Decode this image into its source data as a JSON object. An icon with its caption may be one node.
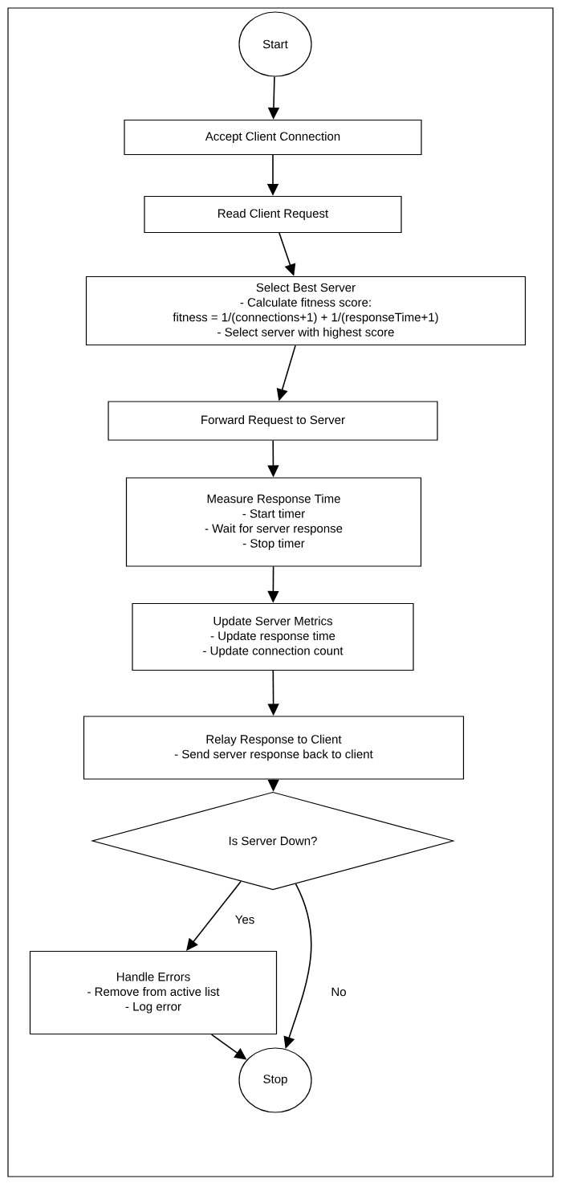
{
  "diagram": {
    "nodes": [
      {
        "text": [
          "Start"
        ]
      },
      {
        "text": [
          "Accept Client Connection"
        ]
      },
      {
        "text": [
          "Read Client Request"
        ]
      },
      {
        "text": [
          "Select Best Server",
          "- Calculate fitness score:",
          "fitness = 1/(connections+1) + 1/(responseTime+1)",
          "- Select server with highest score"
        ]
      },
      {
        "text": [
          "Forward Request to Server"
        ]
      },
      {
        "text": [
          "Measure Response Time",
          "- Start timer",
          "- Wait for server response",
          "- Stop timer"
        ]
      },
      {
        "text": [
          "Update Server Metrics",
          "- Update response time",
          "- Update connection count"
        ]
      },
      {
        "text": [
          "Relay Response to Client",
          "- Send server response back to client"
        ]
      },
      {
        "text": [
          "Is Server Down?"
        ]
      },
      {
        "text": [
          "Handle Errors",
          "- Remove from active list",
          "- Log error"
        ]
      },
      {
        "text": [
          "Stop"
        ]
      }
    ],
    "edges": [
      {
        "from": 0,
        "to": 1,
        "arrow": "to"
      },
      {
        "from": 1,
        "to": 2,
        "arrow": "to"
      },
      {
        "from": 2,
        "to": 3,
        "arrow": "to"
      },
      {
        "from": 3,
        "to": 4,
        "arrow": "to"
      },
      {
        "from": 4,
        "to": 5,
        "arrow": "to"
      },
      {
        "from": 5,
        "to": 6,
        "arrow": "to"
      },
      {
        "from": 6,
        "to": 7,
        "arrow": "to"
      },
      {
        "from": 7,
        "to": 8,
        "arrow": "to"
      },
      {
        "from": 8,
        "to": 9,
        "label": "Yes",
        "arrow": "to"
      },
      {
        "from": 8,
        "to": 10,
        "label": "No",
        "arrow": "to"
      },
      {
        "from": 9,
        "to": 10,
        "arrow": "to"
      }
    ]
  }
}
